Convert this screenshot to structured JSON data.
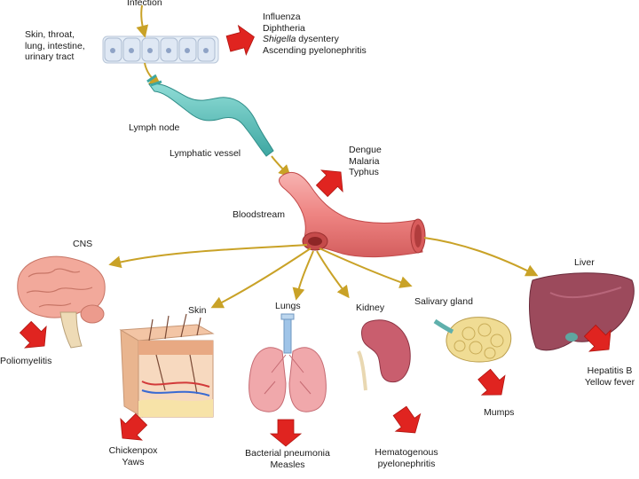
{
  "entry": {
    "infection": "Infection",
    "sites": [
      "Skin, throat,",
      "lung, intestine,",
      "urinary tract"
    ],
    "local_diseases": [
      "Influenza",
      "Diphtheria"
    ],
    "local_italic": "Shigella",
    "local_italic_rest": " dysentery",
    "local_last": "Ascending pyelonephritis"
  },
  "lymph": {
    "node": "Lymph node",
    "vessel": "Lymphatic vessel"
  },
  "blood": {
    "label": "Bloodstream",
    "diseases": [
      "Dengue",
      "Malaria",
      "Typhus"
    ]
  },
  "organs": {
    "cns": {
      "label": "CNS",
      "diseases": [
        "Poliomyelitis"
      ]
    },
    "skin": {
      "label": "Skin",
      "diseases": [
        "Chickenpox",
        "Yaws"
      ]
    },
    "lungs": {
      "label": "Lungs",
      "diseases": [
        "Bacterial pneumonia",
        "Measles"
      ]
    },
    "kidney": {
      "label": "Kidney",
      "diseases": [
        "Hematogenous",
        "pyelonephritis"
      ]
    },
    "salivary": {
      "label": "Salivary gland",
      "diseases": [
        "Mumps"
      ]
    },
    "liver": {
      "label": "Liver",
      "diseases": [
        "Hepatitis B",
        "Yellow fever"
      ]
    }
  },
  "colors": {
    "arrow_line": "#c9a227",
    "red_arrow": "#e02420",
    "lymph": "#5fc3bd",
    "vessel": "#ef8c8a",
    "brain": "#f2a99b",
    "lung": "#f0a8ab",
    "kidney": "#c95e6e",
    "liver": "#9c4a5c",
    "gland": "#f0dc94"
  }
}
